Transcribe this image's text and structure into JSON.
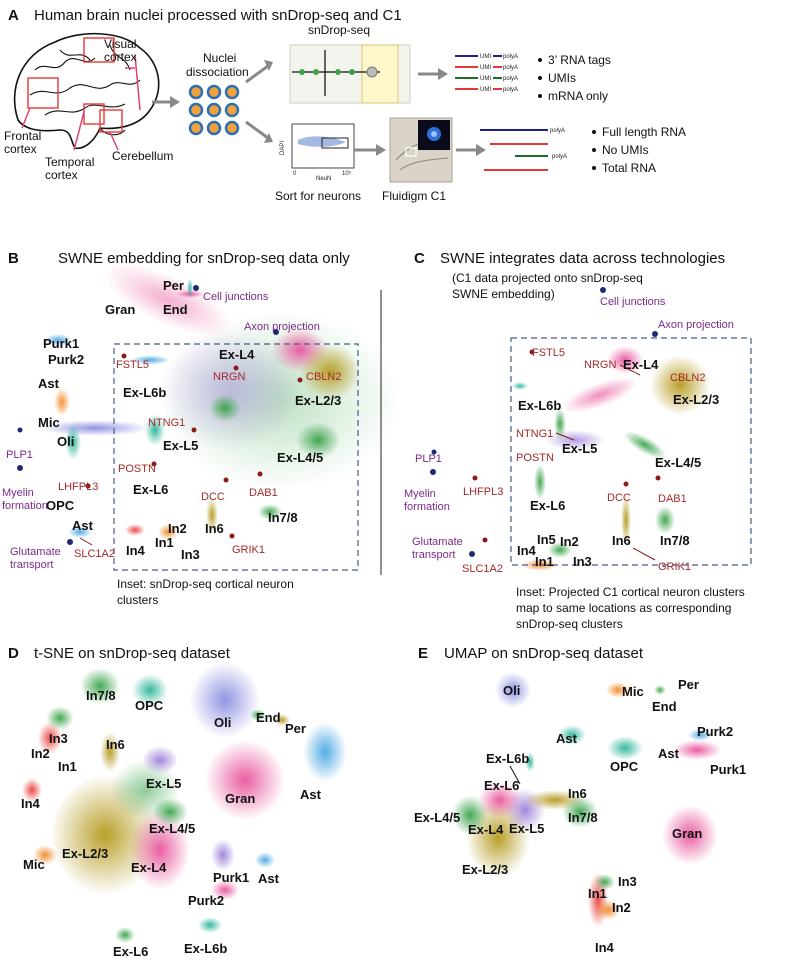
{
  "panel_a": {
    "letter": "A",
    "title": "Human brain nuclei processed with snDrop-seq and C1",
    "regions": [
      "Visual cortex",
      "Frontal cortex",
      "Temporal cortex",
      "Cerebellum"
    ],
    "step_dissociation": "Nuclei dissociation",
    "snDrop_label": "snDrop-seq",
    "umi_label": "UMI",
    "polya_label": "polyA",
    "sort_label": "Sort for neurons",
    "fluidigm_label": "Fluidigm C1",
    "facs_y": "DAPI",
    "facs_x": "NeuN",
    "facs_tick": "10⁵",
    "facs_zero": "0",
    "drop_bullets": [
      "3’ RNA tags",
      "UMIs",
      "mRNA only"
    ],
    "c1_bullets": [
      "Full length RNA",
      "No UMIs",
      "Total RNA"
    ]
  },
  "panel_b": {
    "letter": "B",
    "title": "SWNE embedding for snDrop-seq data only",
    "inset_caption_1": "Inset: snDrop-seq cortical neuron",
    "inset_caption_2": "clusters",
    "clusters": [
      "Per",
      "End",
      "Gran",
      "Purk1",
      "Purk2",
      "Ast",
      "Mic",
      "Oli",
      "OPC",
      "Ast",
      "Ex-L4",
      "Ex-L6b",
      "Ex-L2/3",
      "Ex-L5",
      "Ex-L4/5",
      "Ex-L6",
      "In2",
      "In1",
      "In3",
      "In4",
      "In6",
      "In7/8"
    ],
    "genes": [
      "FSTL5",
      "NRGN",
      "CBLN2",
      "NTNG1",
      "POSTN",
      "LHFPL3",
      "DCC",
      "DAB1",
      "GRIK1",
      "SLC1A2",
      "PLP1"
    ],
    "functions": [
      "Cell junctions",
      "Axon projection",
      "Myelin formation",
      "Glutamate transport"
    ]
  },
  "panel_c": {
    "letter": "C",
    "title": "SWNE integrates data across technologies",
    "subtitle_1": "(C1 data projected onto snDrop-seq",
    "subtitle_2": "SWNE embedding)",
    "inset_caption": [
      "Inset: Projected C1 cortical neuron clusters",
      "map to same locations as corresponding",
      "snDrop-seq clusters"
    ],
    "clusters": [
      "Ex-L4",
      "Ex-L2/3",
      "Ex-L6b",
      "Ex-L5",
      "Ex-L4/5",
      "Ex-L6",
      "In5",
      "In2",
      "In4",
      "In1",
      "In3",
      "In6",
      "In7/8"
    ],
    "genes": [
      "FSTL5",
      "NRGN",
      "CBLN2",
      "NTNG1",
      "POSTN",
      "LHFPL3",
      "DCC",
      "DAB1",
      "GRIK1",
      "SLC1A2",
      "PLP1"
    ],
    "functions": [
      "Cell junctions",
      "Axon projection",
      "Myelin formation",
      "Glutamate transport"
    ]
  },
  "panel_d": {
    "letter": "D",
    "title": "t-SNE on snDrop-seq dataset",
    "clusters": [
      "In7/8",
      "OPC",
      "Oli",
      "End",
      "Per",
      "In3",
      "In6",
      "In2",
      "In1",
      "Ex-L5",
      "Gran",
      "Ast",
      "In4",
      "Ex-L4/5",
      "Ex-L2/3",
      "Ex-L4",
      "Mic",
      "Purk1",
      "Ast",
      "Purk2",
      "Ex-L6",
      "Ex-L6b"
    ]
  },
  "panel_e": {
    "letter": "E",
    "title": "UMAP on snDrop-seq dataset",
    "clusters": [
      "Oli",
      "Mic",
      "Per",
      "End",
      "Purk2",
      "Ast",
      "Ast",
      "OPC",
      "Purk1",
      "Ex-L6b",
      "Ex-L6",
      "In6",
      "Ex-L4/5",
      "Ex-L4",
      "Ex-L5",
      "In7/8",
      "Gran",
      "Ex-L2/3",
      "In3",
      "In1",
      "In2",
      "In4"
    ]
  },
  "colors": {
    "pink": "#e8559c",
    "olive": "#b59a1e",
    "green": "#3aa34a",
    "purple": "#9b6fc9",
    "blue": "#4aa7e0",
    "orange": "#f08a2a",
    "red": "#e8423c",
    "teal": "#2cb59a",
    "gene": "#a52a2a",
    "func": "#7a2a8c",
    "func_dot": "#1e2a78"
  }
}
